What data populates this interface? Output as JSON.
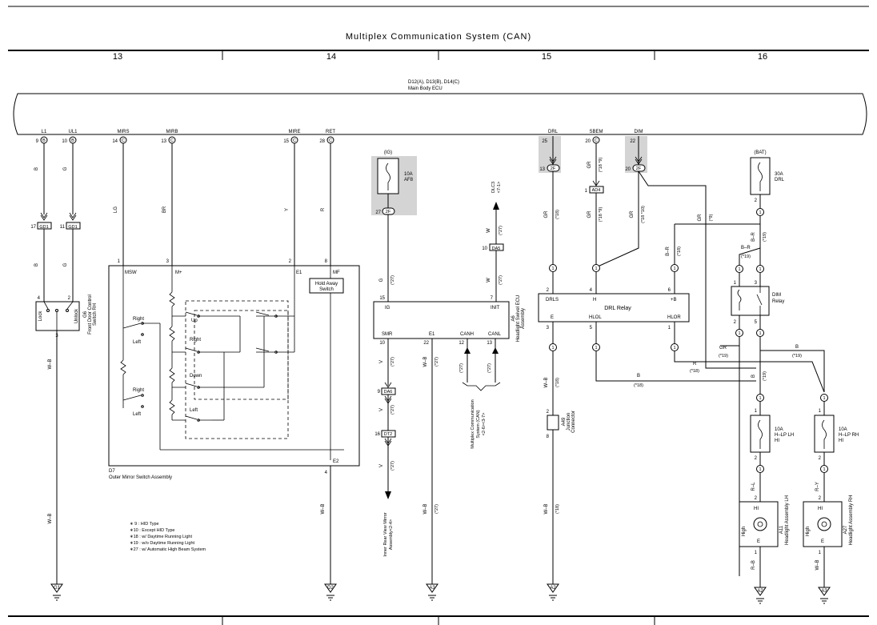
{
  "title": "Multiplex Communication System (CAN)",
  "columns": [
    "13",
    "14",
    "15",
    "16"
  ],
  "ecu": {
    "name": "D12(A), D13(B), D14(C)",
    "desc": "Main Body ECU",
    "pins": [
      {
        "name": "L1",
        "num": "9",
        "conn": "B"
      },
      {
        "name": "UL1",
        "num": "10",
        "conn": "B"
      },
      {
        "name": "MIRS",
        "num": "14",
        "conn": "C"
      },
      {
        "name": "MIRB",
        "num": "13",
        "conn": "C"
      },
      {
        "name": "MIRE",
        "num": "15",
        "conn": "C"
      },
      {
        "name": "RET",
        "num": "28",
        "conn": "C"
      },
      {
        "name": "DRL",
        "num": "25",
        "conn": ""
      },
      {
        "name": "SBEM",
        "num": "20",
        "conn": "C"
      },
      {
        "name": "DIM",
        "num": "22",
        "conn": ""
      }
    ]
  },
  "connectors": {
    "gd1": "GD1",
    "ad4": "AD4",
    "da5": "DA5",
    "da6": "DA6",
    "dt2": "DT2",
    "two_f": "2F",
    "one": "1",
    "dlc3": "DLC3",
    "dlc3_ref": "<7-1>"
  },
  "pin_numbers": {
    "gd1_a": "17",
    "gd1_b": "11",
    "g6_4": "4",
    "g6_2": "2",
    "g6_3": "3",
    "mir_1": "1",
    "mir_3": "3",
    "mir_2": "2",
    "mir_8": "8",
    "mir_4": "4",
    "af8_27": "27",
    "ecu_15": "15",
    "ecu_7": "7",
    "ecu_10": "10",
    "ecu_22": "22",
    "ecu_12": "12",
    "ecu_13": "13",
    "da5_10": "10",
    "da6_9": "9",
    "dt2_16": "16",
    "drl_13": "13",
    "dim_20": "20",
    "ad4_1": "1",
    "relay_2": "2",
    "relay_4": "4",
    "relay_6": "6",
    "relay_3": "3",
    "relay_5": "5",
    "relay_1": "1",
    "fuse_2": "2",
    "dim_r1": "1",
    "dim_r3": "3",
    "dim_r2": "2",
    "dim_r5": "5",
    "jc_2": "2",
    "jc_8": "8",
    "lh_1": "1",
    "lh_2": "2",
    "lh_2b": "2",
    "lh_1b": "1",
    "rh_1": "1",
    "rh_2": "2",
    "rh_2b": "2",
    "rh_1b": "1"
  },
  "wire_colors": {
    "b": "B",
    "g": "G",
    "lg": "LG",
    "br": "BR",
    "y": "Y",
    "r": "R",
    "wb": "W–B",
    "v": "V",
    "w": "W",
    "gr": "GR",
    "br2": "B–R",
    "rl": "R–L",
    "ry": "R–Y",
    "rb": "R–B",
    "wb2": "W–B"
  },
  "notes_marks": {
    "n9": "(*9)",
    "n10": "(*10)",
    "n18": "(*18)",
    "n19": "(*19)",
    "n27": "(*27)",
    "n18a": "(*18 *9)",
    "n18b": "(*18 *9)",
    "n18c": "(*18 *10)"
  },
  "g6": {
    "id": "G6",
    "name": "Front Door Control",
    "name2": "Switch RH",
    "lock": "Lock",
    "unlock": "Unlock"
  },
  "mirror_switch": {
    "id": "D7",
    "name": "Outer Mirror Switch Assembly",
    "pins": {
      "msw": "MSW",
      "mplus": "M+",
      "e1": "E1",
      "mf": "MF",
      "e2": "E2"
    },
    "hold": "Hold Away",
    "hold2": "Switch",
    "right": "Right",
    "left": "Left",
    "up": "Up",
    "down": "Down"
  },
  "af8": {
    "src": "(IG)",
    "rating": "10A",
    "name": "AF8"
  },
  "swivel_ecu": {
    "id": "A6",
    "name": "Headlight Swivel ECU",
    "name2": "Assembly",
    "pins": {
      "ig": "IG",
      "init": "INIT",
      "smr": "SMR",
      "e1": "E1",
      "canh": "CANH",
      "canl": "CANL"
    }
  },
  "can_note": {
    "l1": "Multiplex Communication",
    "l2": "System (CAN)",
    "l3": "<2-6><3-7>"
  },
  "mirror_dest": {
    "l1": "Inner Rear View Mirror",
    "l2": "Assembly<2-4>"
  },
  "drl_relay": {
    "name": "DRL Relay",
    "pins": {
      "drls": "DRLS",
      "h": "H",
      "plusb": "+B",
      "e": "E",
      "hlol": "HLOL",
      "hlor": "HLOR"
    }
  },
  "drl_fuse": {
    "src": "(BAT)",
    "rating": "30A",
    "name": "DRL"
  },
  "dim_relay": {
    "name": "DIM",
    "name2": "Relay"
  },
  "junction": {
    "id": "A49",
    "name": "Junction",
    "name2": "Connector"
  },
  "hi_lh_fuse": {
    "rating": "10A",
    "name": "H–LP LH",
    "name2": "HI"
  },
  "hi_rh_fuse": {
    "rating": "10A",
    "name": "H–LP RH",
    "name2": "HI"
  },
  "headlight_lh": {
    "id": "A11",
    "name": "Headlight Assembly LH",
    "hi": "HI",
    "high": "High",
    "e": "E"
  },
  "headlight_rh": {
    "id": "A27",
    "name": "Headlight Assembly RH",
    "hi": "HI",
    "high": "High",
    "e": "E"
  },
  "grounds": [
    "G1",
    "D2",
    "A3",
    "A2",
    "A2",
    "A3"
  ],
  "notes": [
    "∗ 9 : HID Type",
    "∗10 : Except HID Type",
    "∗18 : w/ Daytime Running Light",
    "∗19 : w/o Daytime Running Light",
    "∗27 : w/ Automatic High Beam System"
  ]
}
